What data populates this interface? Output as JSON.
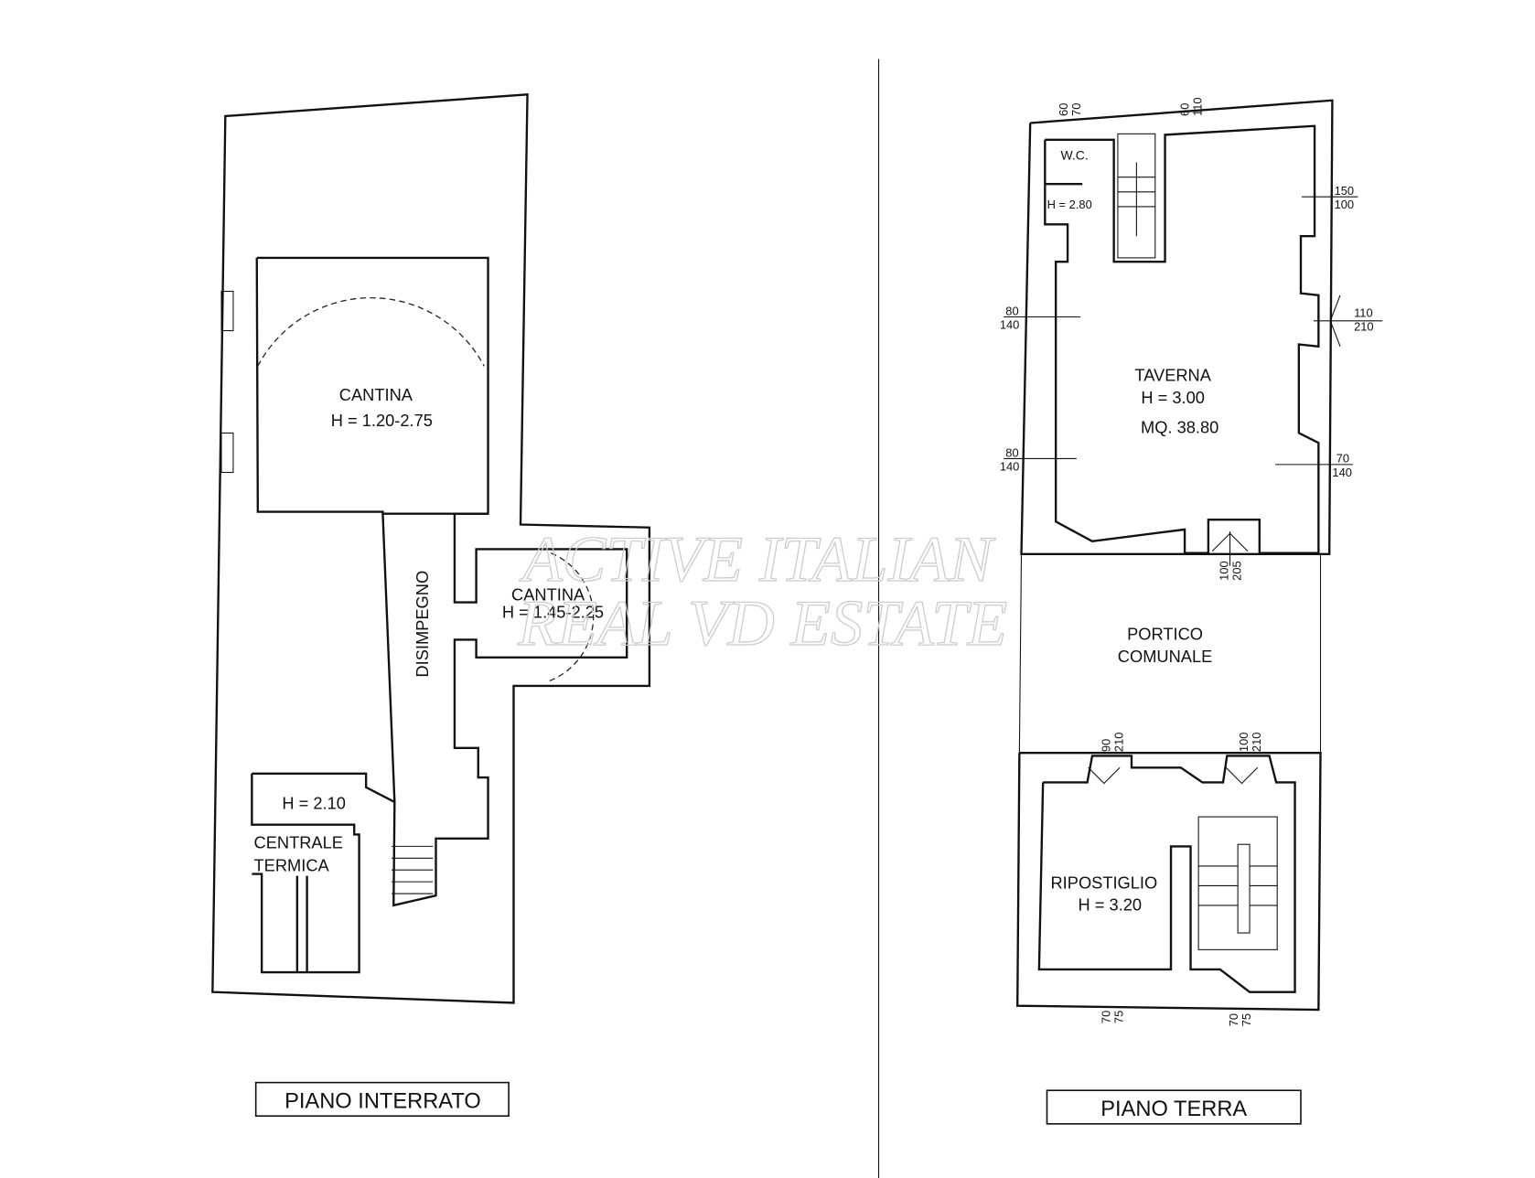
{
  "watermark": {
    "line1": "ACTIVE ITALIAN",
    "line2": "REAL VD ESTATE"
  },
  "basement": {
    "title": "PIANO INTERRATO",
    "rooms": [
      {
        "name": "CANTINA",
        "height": "H = 1.20-2.75"
      },
      {
        "name": "CANTINA",
        "height": "H = 1.45-2.25"
      },
      {
        "name": "DISIMPEGNO"
      },
      {
        "name_line1": "CENTRALE",
        "name_line2": "TERMICA",
        "height": "H = 2.10"
      }
    ]
  },
  "ground": {
    "title": "PIANO TERRA",
    "rooms": [
      {
        "name": "W.C.",
        "height": "H = 2.80"
      },
      {
        "name": "TAVERNA",
        "height": "H = 3.00",
        "area": "MQ. 38.80"
      },
      {
        "name_line1": "PORTICO",
        "name_line2": "COMUNALE"
      },
      {
        "name": "RIPOSTIGLIO",
        "height": "H = 3.20"
      }
    ],
    "openings": [
      {
        "w": "60",
        "h": "70"
      },
      {
        "w": "60",
        "h": "110"
      },
      {
        "w": "150",
        "h": "100"
      },
      {
        "w": "80",
        "h": "140"
      },
      {
        "w": "110",
        "h": "210"
      },
      {
        "w": "80",
        "h": "140"
      },
      {
        "w": "70",
        "h": "140"
      },
      {
        "w": "100",
        "h": "205"
      },
      {
        "w": "90",
        "h": "210"
      },
      {
        "w": "100",
        "h": "210"
      },
      {
        "w": "70",
        "h": "75"
      },
      {
        "w": "70",
        "h": "75"
      }
    ]
  }
}
